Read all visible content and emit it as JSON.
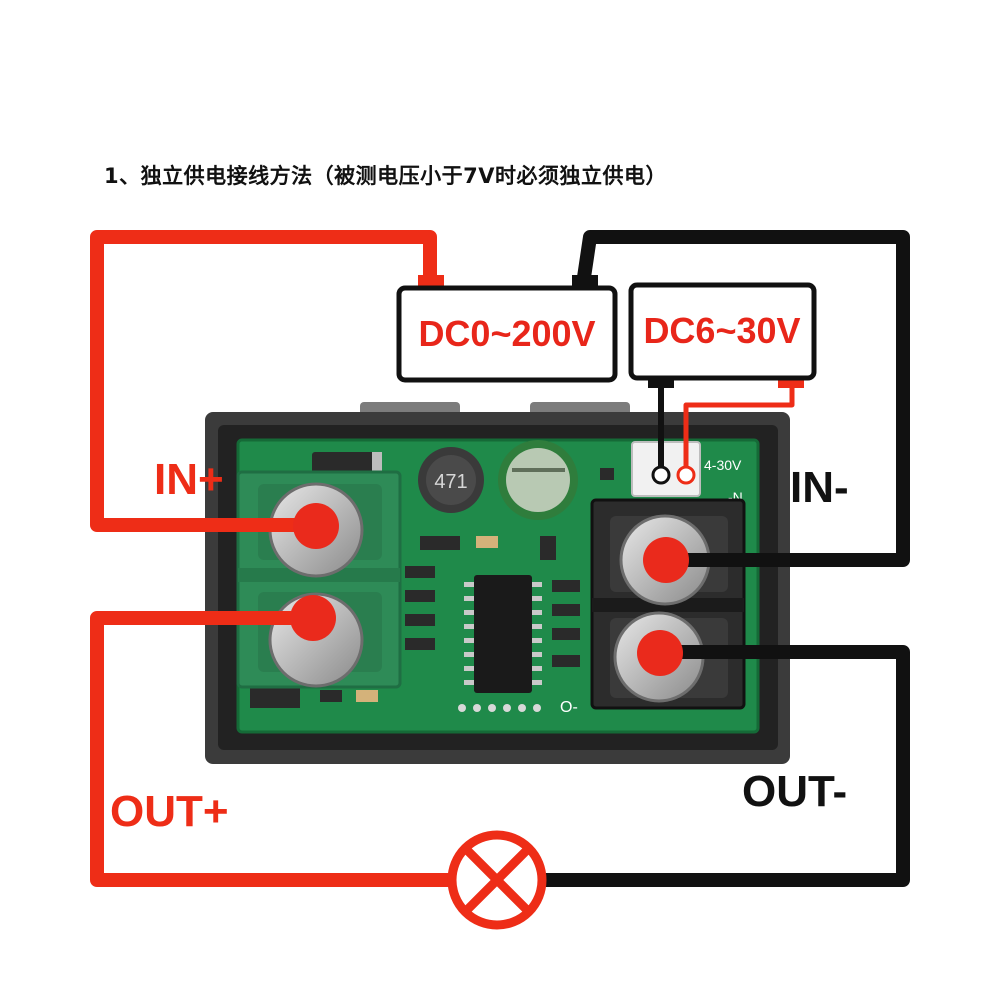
{
  "heading": "1、独立供电接线方法（被测电压小于7V时必须独立供电）",
  "supply_main": "DC0~200V",
  "supply_aux": "DC6~30V",
  "labels": {
    "in_plus": "IN+",
    "in_minus": "IN-",
    "out_plus": "OUT+",
    "out_minus": "OUT-"
  },
  "board": {
    "inductor_marking": "471",
    "port_marking": "4-30V",
    "port_side_marking": "-N",
    "board_corner_marking": "O-"
  },
  "colors": {
    "positive_wire": "#ee2d17",
    "negative_wire": "#111111",
    "supply_text": "#e8261a",
    "terminal_green": "#2e8b57",
    "pcb": "#1f8a4a",
    "terminal_dot": "#ea2a1c"
  },
  "icons": [
    "load-lamp-icon"
  ]
}
